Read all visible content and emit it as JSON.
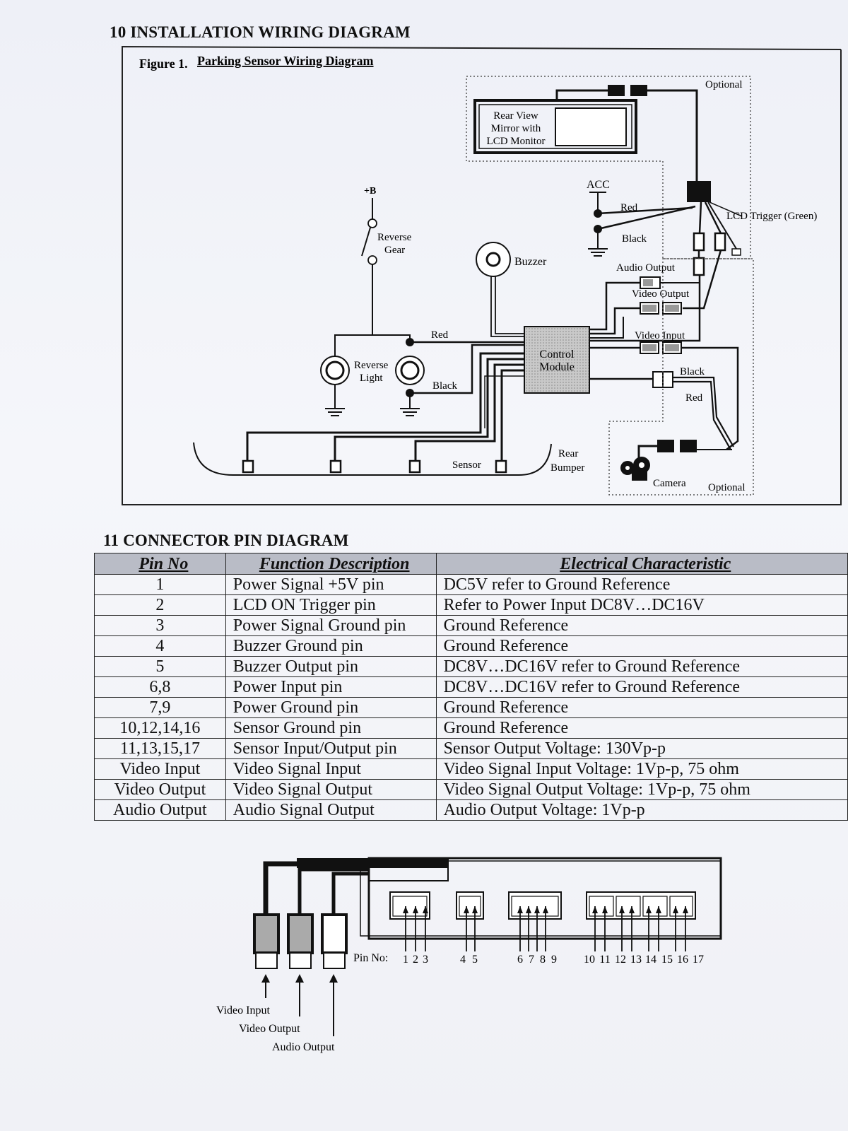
{
  "section10": {
    "title": "10 INSTALLATION WIRING DIAGRAM"
  },
  "figure": {
    "title_prefix": "Figure 1.",
    "title": "Parking Sensor Wiring Diagram",
    "labels": {
      "optional_top": "Optional",
      "rear_view_mirror": [
        "Rear View",
        "Mirror with",
        "LCD Monitor"
      ],
      "acc": "ACC",
      "red_acc": "Red",
      "black_acc": "Black",
      "lcd_trigger": "LCD Trigger (Green)",
      "plus_b": "+B",
      "reverse_gear": [
        "Reverse",
        "Gear"
      ],
      "buzzer": "Buzzer",
      "audio_output": "Audio Output",
      "video_output": "Video Output",
      "video_input": "Video Input",
      "red_module": "Red",
      "black_module": "Black",
      "reverse_light": [
        "Reverse",
        "Light"
      ],
      "control_module": [
        "Control",
        "Module"
      ],
      "black_cam": "Black",
      "red_cam": "Red",
      "sensor": "Sensor",
      "rear_bumper": [
        "Rear",
        "Bumper"
      ],
      "camera": "Camera",
      "optional_bottom": "Optional"
    }
  },
  "section11": {
    "title": "11 CONNECTOR PIN DIAGRAM"
  },
  "pin_table": {
    "headers": [
      "Pin No",
      "Function Description",
      "Electrical Characteristic"
    ],
    "rows": [
      [
        "1",
        "Power Signal +5V pin",
        "DC5V refer to Ground Reference"
      ],
      [
        "2",
        "LCD ON Trigger pin",
        "Refer to Power Input DC8V…DC16V"
      ],
      [
        "3",
        "Power Signal Ground pin",
        "Ground Reference"
      ],
      [
        "4",
        "Buzzer Ground pin",
        "Ground Reference"
      ],
      [
        "5",
        "Buzzer Output pin",
        "DC8V…DC16V refer to Ground Reference"
      ],
      [
        "6,8",
        "Power Input pin",
        "DC8V…DC16V refer to Ground Reference"
      ],
      [
        "7,9",
        "Power Ground pin",
        "Ground Reference"
      ],
      [
        "10,12,14,16",
        "Sensor Ground pin",
        "Ground Reference"
      ],
      [
        "11,13,15,17",
        "Sensor Input/Output pin",
        "Sensor Output Voltage: 130Vp-p"
      ],
      [
        "Video Input",
        "Video Signal Input",
        "Video Signal Input Voltage: 1Vp-p, 75 ohm"
      ],
      [
        "Video Output",
        "Video Signal Output",
        "Video Signal Output Voltage: 1Vp-p, 75 ohm"
      ],
      [
        "Audio Output",
        "Audio Signal Output",
        "Audio Output Voltage: 1Vp-p"
      ]
    ]
  },
  "connector": {
    "pin_no_label": "Pin No:",
    "group1": [
      "1",
      "2",
      "3"
    ],
    "group2": [
      "4",
      "5"
    ],
    "group3": [
      "6",
      "7",
      "8",
      "9"
    ],
    "group4": [
      "10",
      "11",
      "12",
      "13",
      "14",
      "15",
      "16",
      "17"
    ],
    "video_input": "Video Input",
    "video_output": "Video Output",
    "audio_output": "Audio Output"
  }
}
